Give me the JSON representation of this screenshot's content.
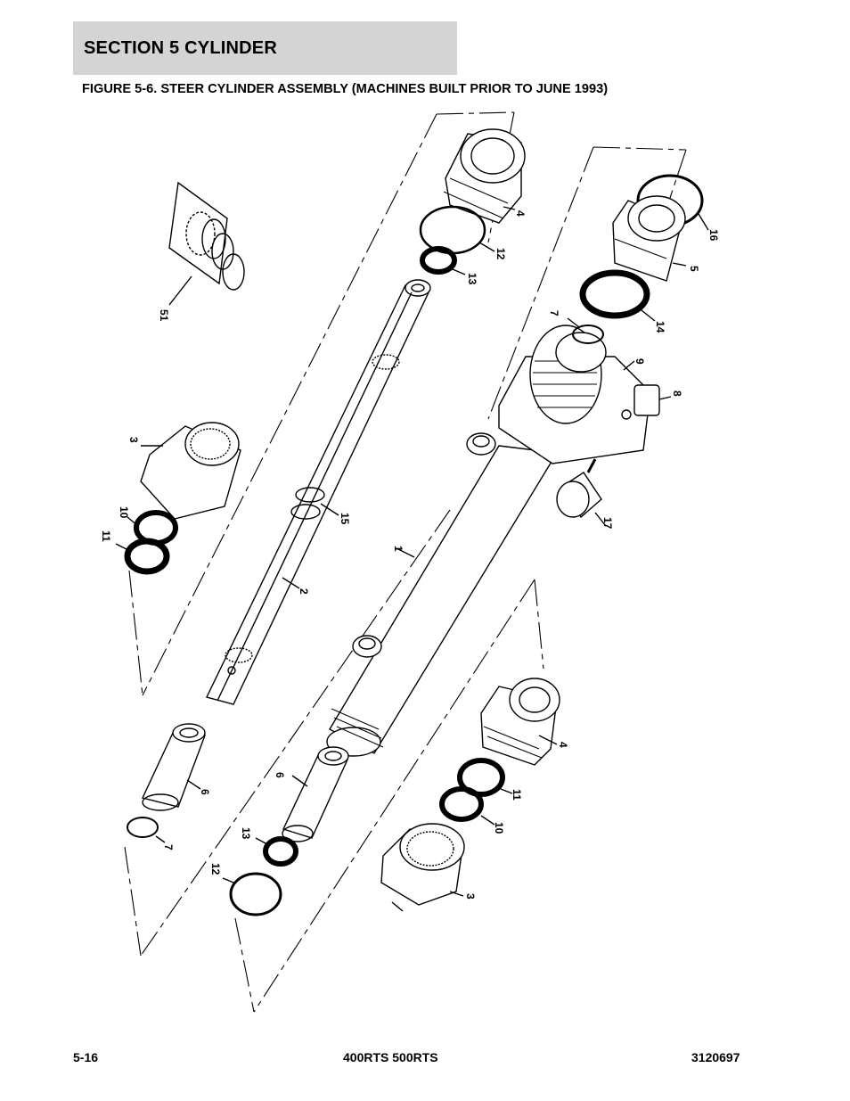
{
  "header": {
    "section_title": "SECTION 5   CYLINDER",
    "figure_title": "FIGURE 5-6. STEER CYLINDER ASSEMBLY (MACHINES BUILT PRIOR TO JUNE 1993)"
  },
  "callouts": {
    "c4_top": "4",
    "c12_top": "12",
    "c13_top": "13",
    "c16": "16",
    "c5": "5",
    "c14": "14",
    "c7_top": "7",
    "c9": "9",
    "c8": "8",
    "c51": "51",
    "c3_left": "3",
    "c10_left": "10",
    "c11_left": "11",
    "c15": "15",
    "c2": "2",
    "c1": "1",
    "c17": "17",
    "c6_left": "6",
    "c7_bottom": "7",
    "c6_mid": "6",
    "c13_bottom": "13",
    "c12_bottom": "12",
    "c4_bottom": "4",
    "c11_bottom": "11",
    "c10_bottom": "10",
    "c3_bottom": "3"
  },
  "footer": {
    "page_number": "5-16",
    "model": "400RTS 500RTS",
    "doc_number": "3120697"
  }
}
